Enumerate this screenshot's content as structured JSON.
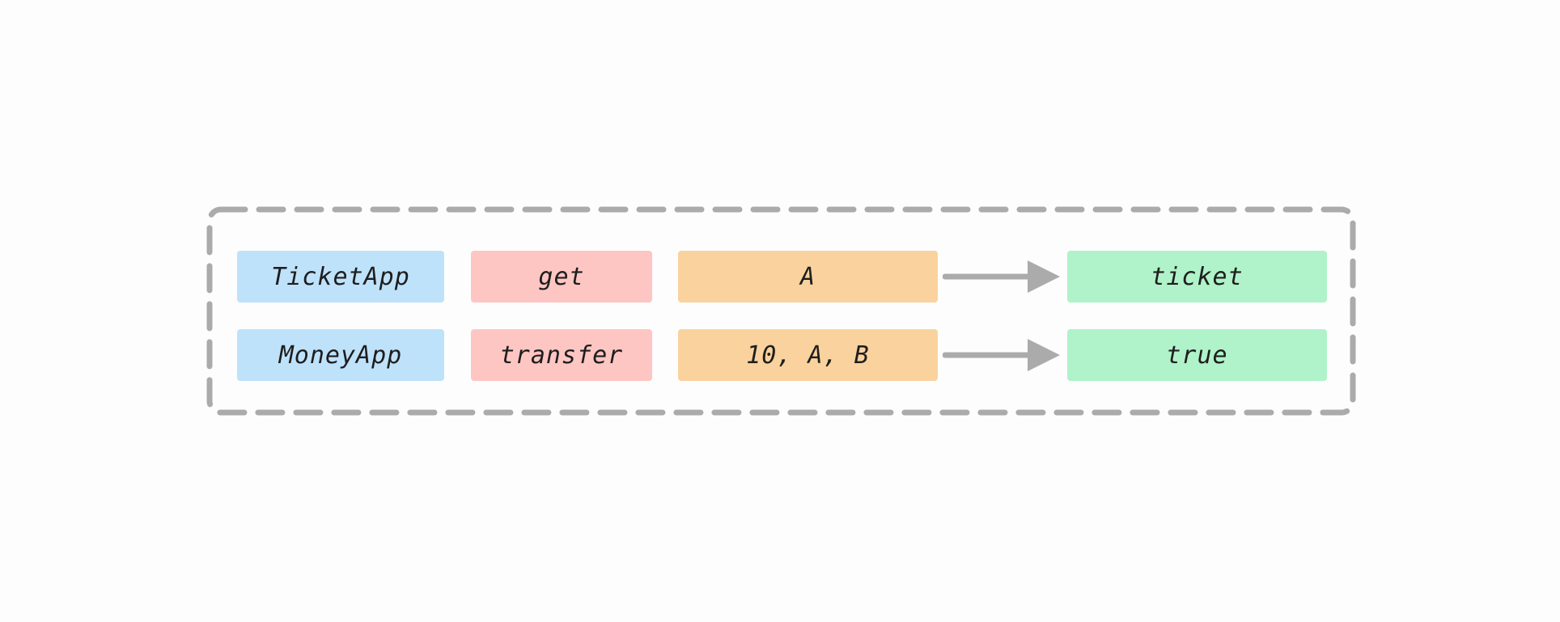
{
  "colors": {
    "app": "#bfe2fb",
    "method": "#fec6c3",
    "args": "#fad29d",
    "result": "#b0f2c9",
    "frame": "#ababab",
    "arrow": "#ababab"
  },
  "rows": [
    {
      "app": "TicketApp",
      "method": "get",
      "args": "A",
      "result": "ticket"
    },
    {
      "app": "MoneyApp",
      "method": "transfer",
      "args": "10, A, B",
      "result": "true"
    }
  ]
}
